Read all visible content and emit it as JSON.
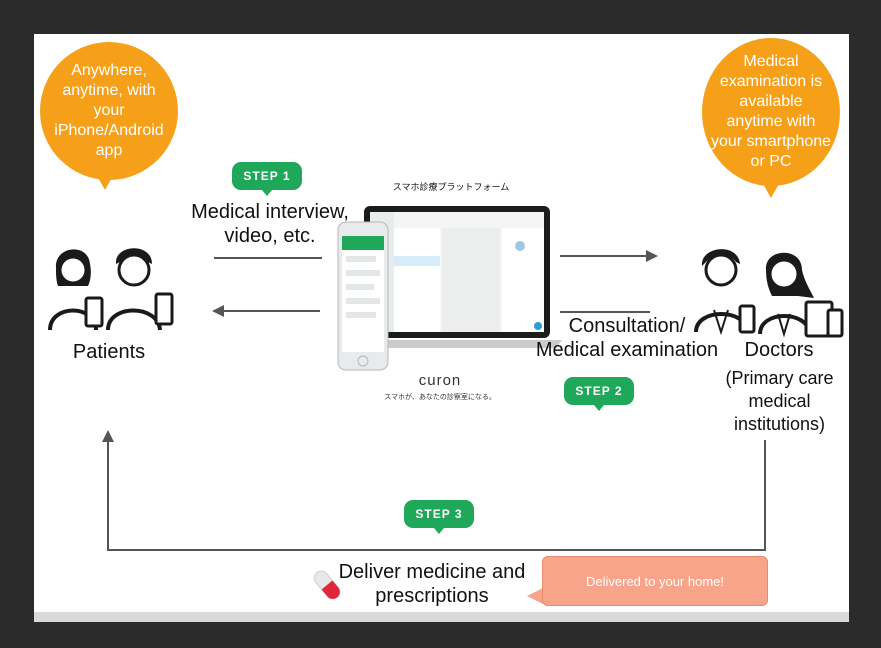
{
  "patients_bubble": {
    "lines": [
      "Anywhere,",
      "anytime, with",
      "your",
      "iPhone/Android",
      "app"
    ]
  },
  "doctors_bubble": {
    "lines": [
      "Medical",
      "examination is",
      "available",
      "anytime with",
      "your smartphone",
      "or PC"
    ]
  },
  "steps": {
    "step1": "STEP 1",
    "step2": "STEP 2",
    "step3": "STEP 3"
  },
  "step1_text": [
    "Medical interview,",
    "video, etc."
  ],
  "step2_text": [
    "Consultation/",
    "Medical examination"
  ],
  "step3_text": [
    "Deliver medicine and",
    "prescriptions"
  ],
  "patients_label": "Patients",
  "doctors_label": "Doctors",
  "doctors_sub": [
    "(Primary care",
    "medical",
    "institutions)"
  ],
  "platform_title": "スマホ診療プラットフォーム",
  "brand": "curon",
  "brand_tagline": "スマホが、あなたの診察室になる。",
  "callout": "Delivered to your home!",
  "colors": {
    "orange": "#f6a01a",
    "green": "#1fa75a",
    "callout": "#f7a48a",
    "background": "#2b2b2b"
  },
  "icons": [
    "patient-woman-icon",
    "patient-man-icon",
    "doctor-man-icon",
    "doctor-woman-icon",
    "smartphone-icon",
    "tablet-icon",
    "pill-icon"
  ]
}
